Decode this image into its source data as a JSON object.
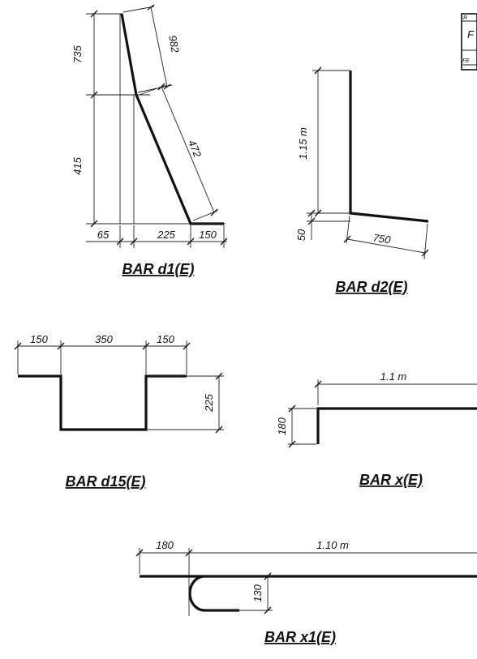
{
  "d1": {
    "caption": "BAR d1(E)",
    "dims": {
      "top_vertical": "735",
      "bottom_vertical": "415",
      "upper_slant": "982",
      "lower_slant": "472",
      "bottom_left": "65",
      "bottom_mid": "225",
      "bottom_right": "150"
    }
  },
  "d2": {
    "caption": "BAR d2(E)",
    "dims": {
      "height": "1.15 m",
      "offset": "50",
      "length": "750"
    }
  },
  "d15": {
    "caption": "BAR d15(E)",
    "dims": {
      "left": "150",
      "mid": "350",
      "right": "150",
      "depth": "225"
    }
  },
  "x": {
    "caption": "BAR x(E)",
    "dims": {
      "length": "1.1 m",
      "hook": "180"
    }
  },
  "x1": {
    "caption": "BAR x1(E)",
    "dims": {
      "left": "180",
      "length": "1.10 m",
      "bend": "130"
    }
  },
  "title_block": {
    "r1": "R",
    "r2": "F",
    "r3": "FE"
  }
}
